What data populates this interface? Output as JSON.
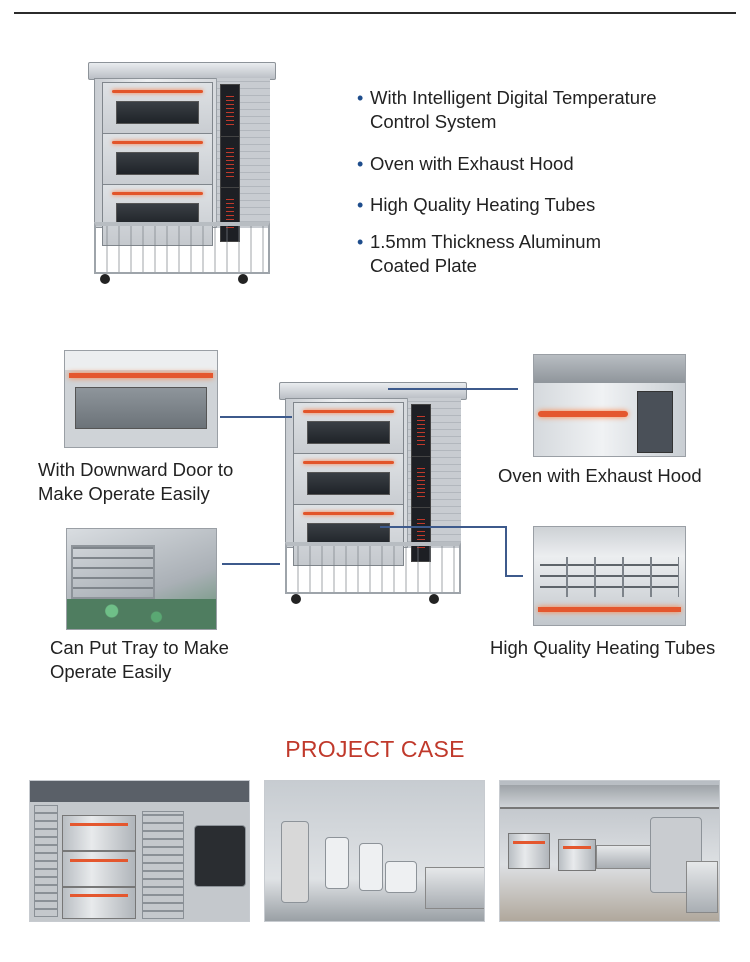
{
  "features": [
    "With Intelligent Digital Temperature Control System",
    "Oven with Exhaust Hood",
    "High Quality Heating Tubes",
    "1.5mm Thickness Aluminum Coated Plate"
  ],
  "details": {
    "door": "With Downward Door to Make Operate Easily",
    "tray": "Can Put Tray to Make Operate Easily",
    "hood": "Oven with Exhaust Hood",
    "tubes": "High Quality Heating Tubes"
  },
  "project_case": {
    "title": "PROJECT CASE"
  },
  "colors": {
    "bullet": "#1e4d8c",
    "connector": "#3d5a8c",
    "section_title": "#c0392b",
    "heating_glow": "#e4572e"
  }
}
